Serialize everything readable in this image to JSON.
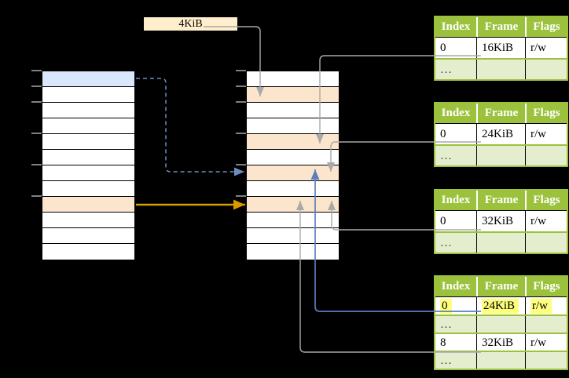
{
  "page_size_label": "4KiB",
  "memory_columns": {
    "left": {
      "rows": 12,
      "highlights": {
        "0": "blue",
        "8": "orange"
      }
    },
    "middle": {
      "rows": 12,
      "highlights": {
        "1": "orange",
        "4": "orange",
        "6": "orange",
        "8": "orange"
      }
    }
  },
  "tables": [
    {
      "headers": [
        "Index",
        "Frame",
        "Flags"
      ],
      "rows": [
        [
          "0",
          "16KiB",
          "r/w"
        ],
        [
          "…",
          "",
          ""
        ]
      ]
    },
    {
      "headers": [
        "Index",
        "Frame",
        "Flags"
      ],
      "rows": [
        [
          "0",
          "24KiB",
          "r/w"
        ],
        [
          "…",
          "",
          ""
        ]
      ]
    },
    {
      "headers": [
        "Index",
        "Frame",
        "Flags"
      ],
      "rows": [
        [
          "0",
          "32KiB",
          "r/w"
        ],
        [
          "…",
          "",
          ""
        ]
      ]
    },
    {
      "headers": [
        "Index",
        "Frame",
        "Flags"
      ],
      "rows": [
        [
          "0",
          "24KiB",
          "r/w"
        ],
        [
          "…",
          "",
          ""
        ],
        [
          "8",
          "32KiB",
          "r/w"
        ],
        [
          "…",
          "",
          ""
        ]
      ],
      "highlight": {
        "row": 0,
        "cells": [
          0,
          1,
          2
        ]
      }
    }
  ],
  "colors": {
    "bg_black": "#000000",
    "table_green": "#9cc23d",
    "dots_green": "#e4eecf",
    "frame_orange": "#fce5cd",
    "page_blue": "#dae8fc",
    "label_cream": "#ffeecb",
    "highlight_yellow": "#feff7d",
    "tick_gray": "#808080",
    "arrow_gray": "#a9a9a9",
    "arrow_blue": "#5b7fbe",
    "arrow_dashed_blue": "#6c8ebf",
    "arrow_orange": "#d79b00"
  }
}
